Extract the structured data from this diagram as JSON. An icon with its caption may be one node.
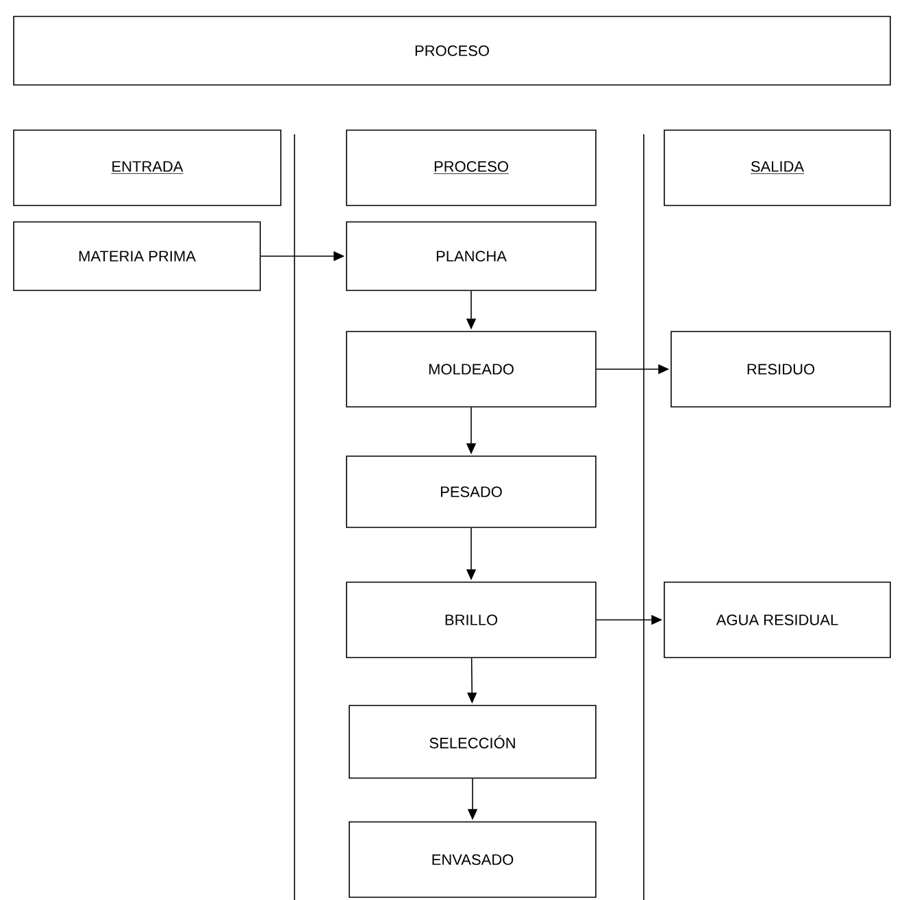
{
  "diagram": {
    "nodes": [
      {
        "text": [
          "PROCESO"
        ]
      },
      {
        "text": [
          "ENTRADA"
        ]
      },
      {
        "text": [
          "PROCESO"
        ]
      },
      {
        "text": [
          "SALIDA"
        ]
      },
      {
        "text": [
          "MATERIA PRIMA"
        ]
      },
      {
        "text": [
          "PLANCHA"
        ]
      },
      {
        "text": [
          "MOLDEADO"
        ]
      },
      {
        "text": [
          "RESIDUO"
        ]
      },
      {
        "text": [
          "PESADO"
        ]
      },
      {
        "text": [
          "BRILLO"
        ]
      },
      {
        "text": [
          "AGUA RESIDUAL"
        ]
      },
      {
        "text": [
          "SELECCIÓN"
        ]
      },
      {
        "text": [
          "ENVASADO"
        ]
      }
    ],
    "edges": [
      {
        "from": 4,
        "to": 5,
        "arrow": "to"
      },
      {
        "from": 5,
        "to": 6,
        "arrow": "to"
      },
      {
        "from": 6,
        "to": 7,
        "arrow": "to"
      },
      {
        "from": 6,
        "to": 8,
        "arrow": "to"
      },
      {
        "from": 8,
        "to": 9,
        "arrow": "to"
      },
      {
        "from": 9,
        "to": 10,
        "arrow": "to"
      },
      {
        "from": 9,
        "to": 11,
        "arrow": "to"
      },
      {
        "from": 11,
        "to": 12,
        "arrow": "to"
      }
    ]
  }
}
